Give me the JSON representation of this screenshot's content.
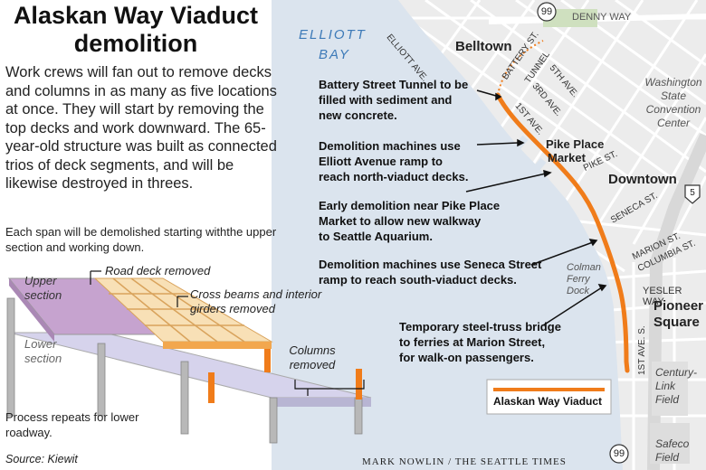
{
  "header": {
    "title_line1": "Alaskan Way Viaduct",
    "title_line2": "demolition",
    "body": "Work crews will fan out to remove decks and columns in as many as five locations at once. They will start by removing the top decks and work downward. The 65-year-old structure was built as connected trios of deck segments, and will be likewise destroyed in threes.",
    "span_note": "Each span will be demolished starting withthe upper section and working down."
  },
  "diagram": {
    "upper_section": "Upper section",
    "lower_section": "Lower section",
    "road_deck_removed": "Road deck removed",
    "cross_beams": "Cross beams and interior girders removed",
    "columns_removed": "Columns removed",
    "process_repeats": "Process repeats for lower roadway."
  },
  "footer": {
    "source": "Source: Kiewit",
    "credit": "MARK NOWLIN / THE SEATTLE TIMES"
  },
  "map": {
    "water_label_1": "ELLIOTT",
    "water_label_2": "BAY",
    "neighborhoods": {
      "belltown": "Belltown",
      "downtown": "Downtown",
      "pioneer_1": "Pioneer",
      "pioneer_2": "Square",
      "pike_place_1": "Pike Place",
      "pike_place_2": "Market"
    },
    "streets": {
      "denny": "DENNY WAY",
      "elliott": "ELLIOTT AVE.",
      "battery_1": "BATTERY ST.",
      "battery_2": "TUNNEL",
      "fifth": "5TH AVE.",
      "third": "3RD AVE.",
      "first": "1ST AVE.",
      "pike": "PIKE ST.",
      "seneca": "SENECA ST.",
      "marion": "MARION ST.",
      "columbia": "COLUMBIA ST.",
      "yesler": "YESLER WAY",
      "first_s": "1ST AVE. S."
    },
    "places": {
      "convention_1": "Washington",
      "convention_2": "State",
      "convention_3": "Convention",
      "convention_4": "Center",
      "colman_1": "Colman",
      "colman_2": "Ferry",
      "colman_3": "Dock",
      "centurylink_1": "Century-",
      "centurylink_2": "Link",
      "centurylink_3": "Field",
      "safeco_1": "Safeco",
      "safeco_2": "Field"
    },
    "highways": {
      "sr99_top": "99",
      "sr99_bottom": "99",
      "i5": "5"
    },
    "annotations": {
      "battery_1": "Battery Street Tunnel to be",
      "battery_2": "filled with sediment and",
      "battery_3": "new concrete.",
      "elliott_1": "Demolition machines use",
      "elliott_2": "Elliott Avenue ramp to",
      "elliott_3": "reach north-viaduct decks.",
      "pike_1": "Early demolition near Pike Place",
      "pike_2": "Market to allow new walkway",
      "pike_3": "to Seattle Aquarium.",
      "seneca_1": "Demolition machines use Seneca Street",
      "seneca_2": "ramp to reach south-viaduct decks.",
      "marion_1": "Temporary steel-truss bridge",
      "marion_2": "to ferries at Marion Street,",
      "marion_3": "for walk-on passengers."
    },
    "legend": "Alaskan Way Viaduct",
    "colors": {
      "water": "#dbe4ee",
      "water_label": "#3d7ab8",
      "viaduct": "#f07c1a",
      "land": "#eeeeee",
      "streets": "#ffffff",
      "park": "#bfd7a5"
    }
  }
}
